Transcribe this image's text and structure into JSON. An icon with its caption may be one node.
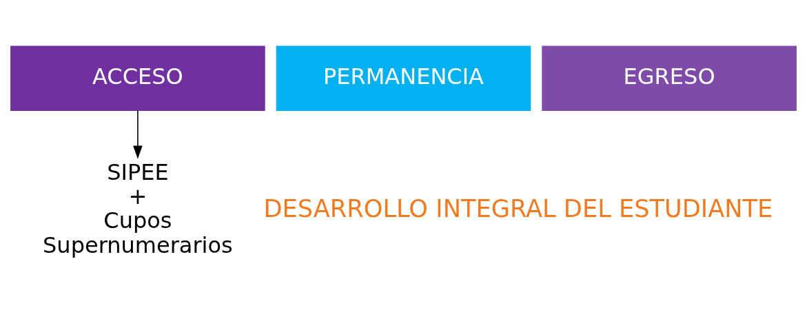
{
  "diagram": {
    "nodes": [
      {
        "text": [
          "ACCESO"
        ]
      },
      {
        "text": [
          "PERMANENCIA"
        ]
      },
      {
        "text": [
          "EGRESO"
        ]
      },
      {
        "text": [
          "SIPEE + Cupos Supernumerarios"
        ]
      }
    ],
    "edges": [
      {
        "from": 0,
        "to": 3,
        "arrow": "to"
      }
    ],
    "labels": [
      "DESARROLLO INTEGRAL DEL ESTUDIANTE"
    ]
  }
}
